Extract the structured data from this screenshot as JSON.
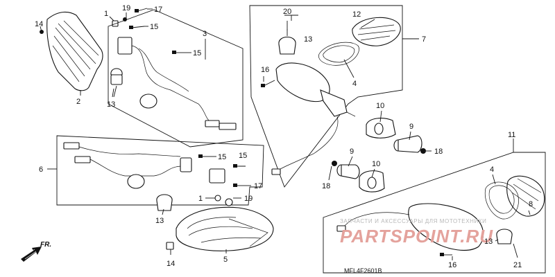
{
  "diagram": {
    "code": "MFL4F2601B",
    "direction_label": "FR.",
    "watermark": {
      "line1": "ЗАПЧАСТИ И АКСЕССУАРЫ ДЛЯ МОТОТЕХНИКИ",
      "line2": "PARTSPOINT.RU"
    },
    "callouts": {
      "c1a": "1",
      "c19a": "19",
      "c17a": "17",
      "c14a": "14",
      "c15a": "15",
      "c15b": "15",
      "c3": "3",
      "c2": "2",
      "c13a": "13",
      "c20": "20",
      "c12": "12",
      "c7": "7",
      "c13b": "13",
      "c16a": "16",
      "c4a": "4",
      "c10a": "10",
      "c9a": "9",
      "c18a": "18",
      "c6": "6",
      "c15c": "15",
      "c15d": "15",
      "c17b": "17",
      "c1b": "1",
      "c19b": "19",
      "c13c": "13",
      "c14b": "14",
      "c5": "5",
      "c9b": "9",
      "c10b": "10",
      "c18b": "18",
      "c11": "11",
      "c4b": "4",
      "c8": "8",
      "c13d": "13",
      "c16b": "16",
      "c21": "21"
    }
  }
}
